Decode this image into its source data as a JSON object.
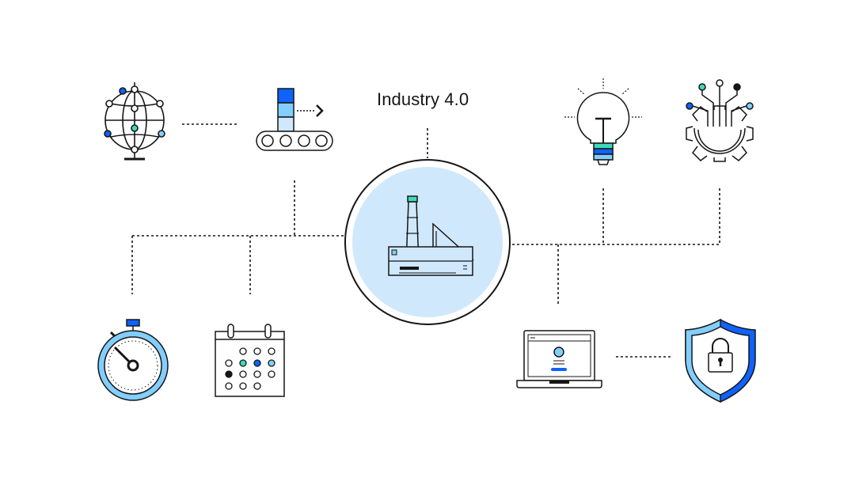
{
  "diagram": {
    "title": "Industry 4.0",
    "center": {
      "icon": "factory-icon"
    },
    "nodes": [
      {
        "id": "network",
        "icon": "globe-network-icon"
      },
      {
        "id": "conveyor",
        "icon": "conveyor-belt-icon"
      },
      {
        "id": "idea",
        "icon": "lightbulb-icon"
      },
      {
        "id": "circuit-gear",
        "icon": "gear-circuit-icon"
      },
      {
        "id": "stopwatch",
        "icon": "stopwatch-icon"
      },
      {
        "id": "calendar",
        "icon": "calendar-icon"
      },
      {
        "id": "laptop",
        "icon": "laptop-profile-icon"
      },
      {
        "id": "security",
        "icon": "shield-lock-icon"
      }
    ]
  },
  "colors": {
    "stroke": "#161616",
    "primary_blue": "#0f62fe",
    "light_blue": "#82cfff",
    "pale_blue": "#d0e8fc",
    "teal": "#3ddbb8",
    "grey": "#8d8d8d"
  }
}
